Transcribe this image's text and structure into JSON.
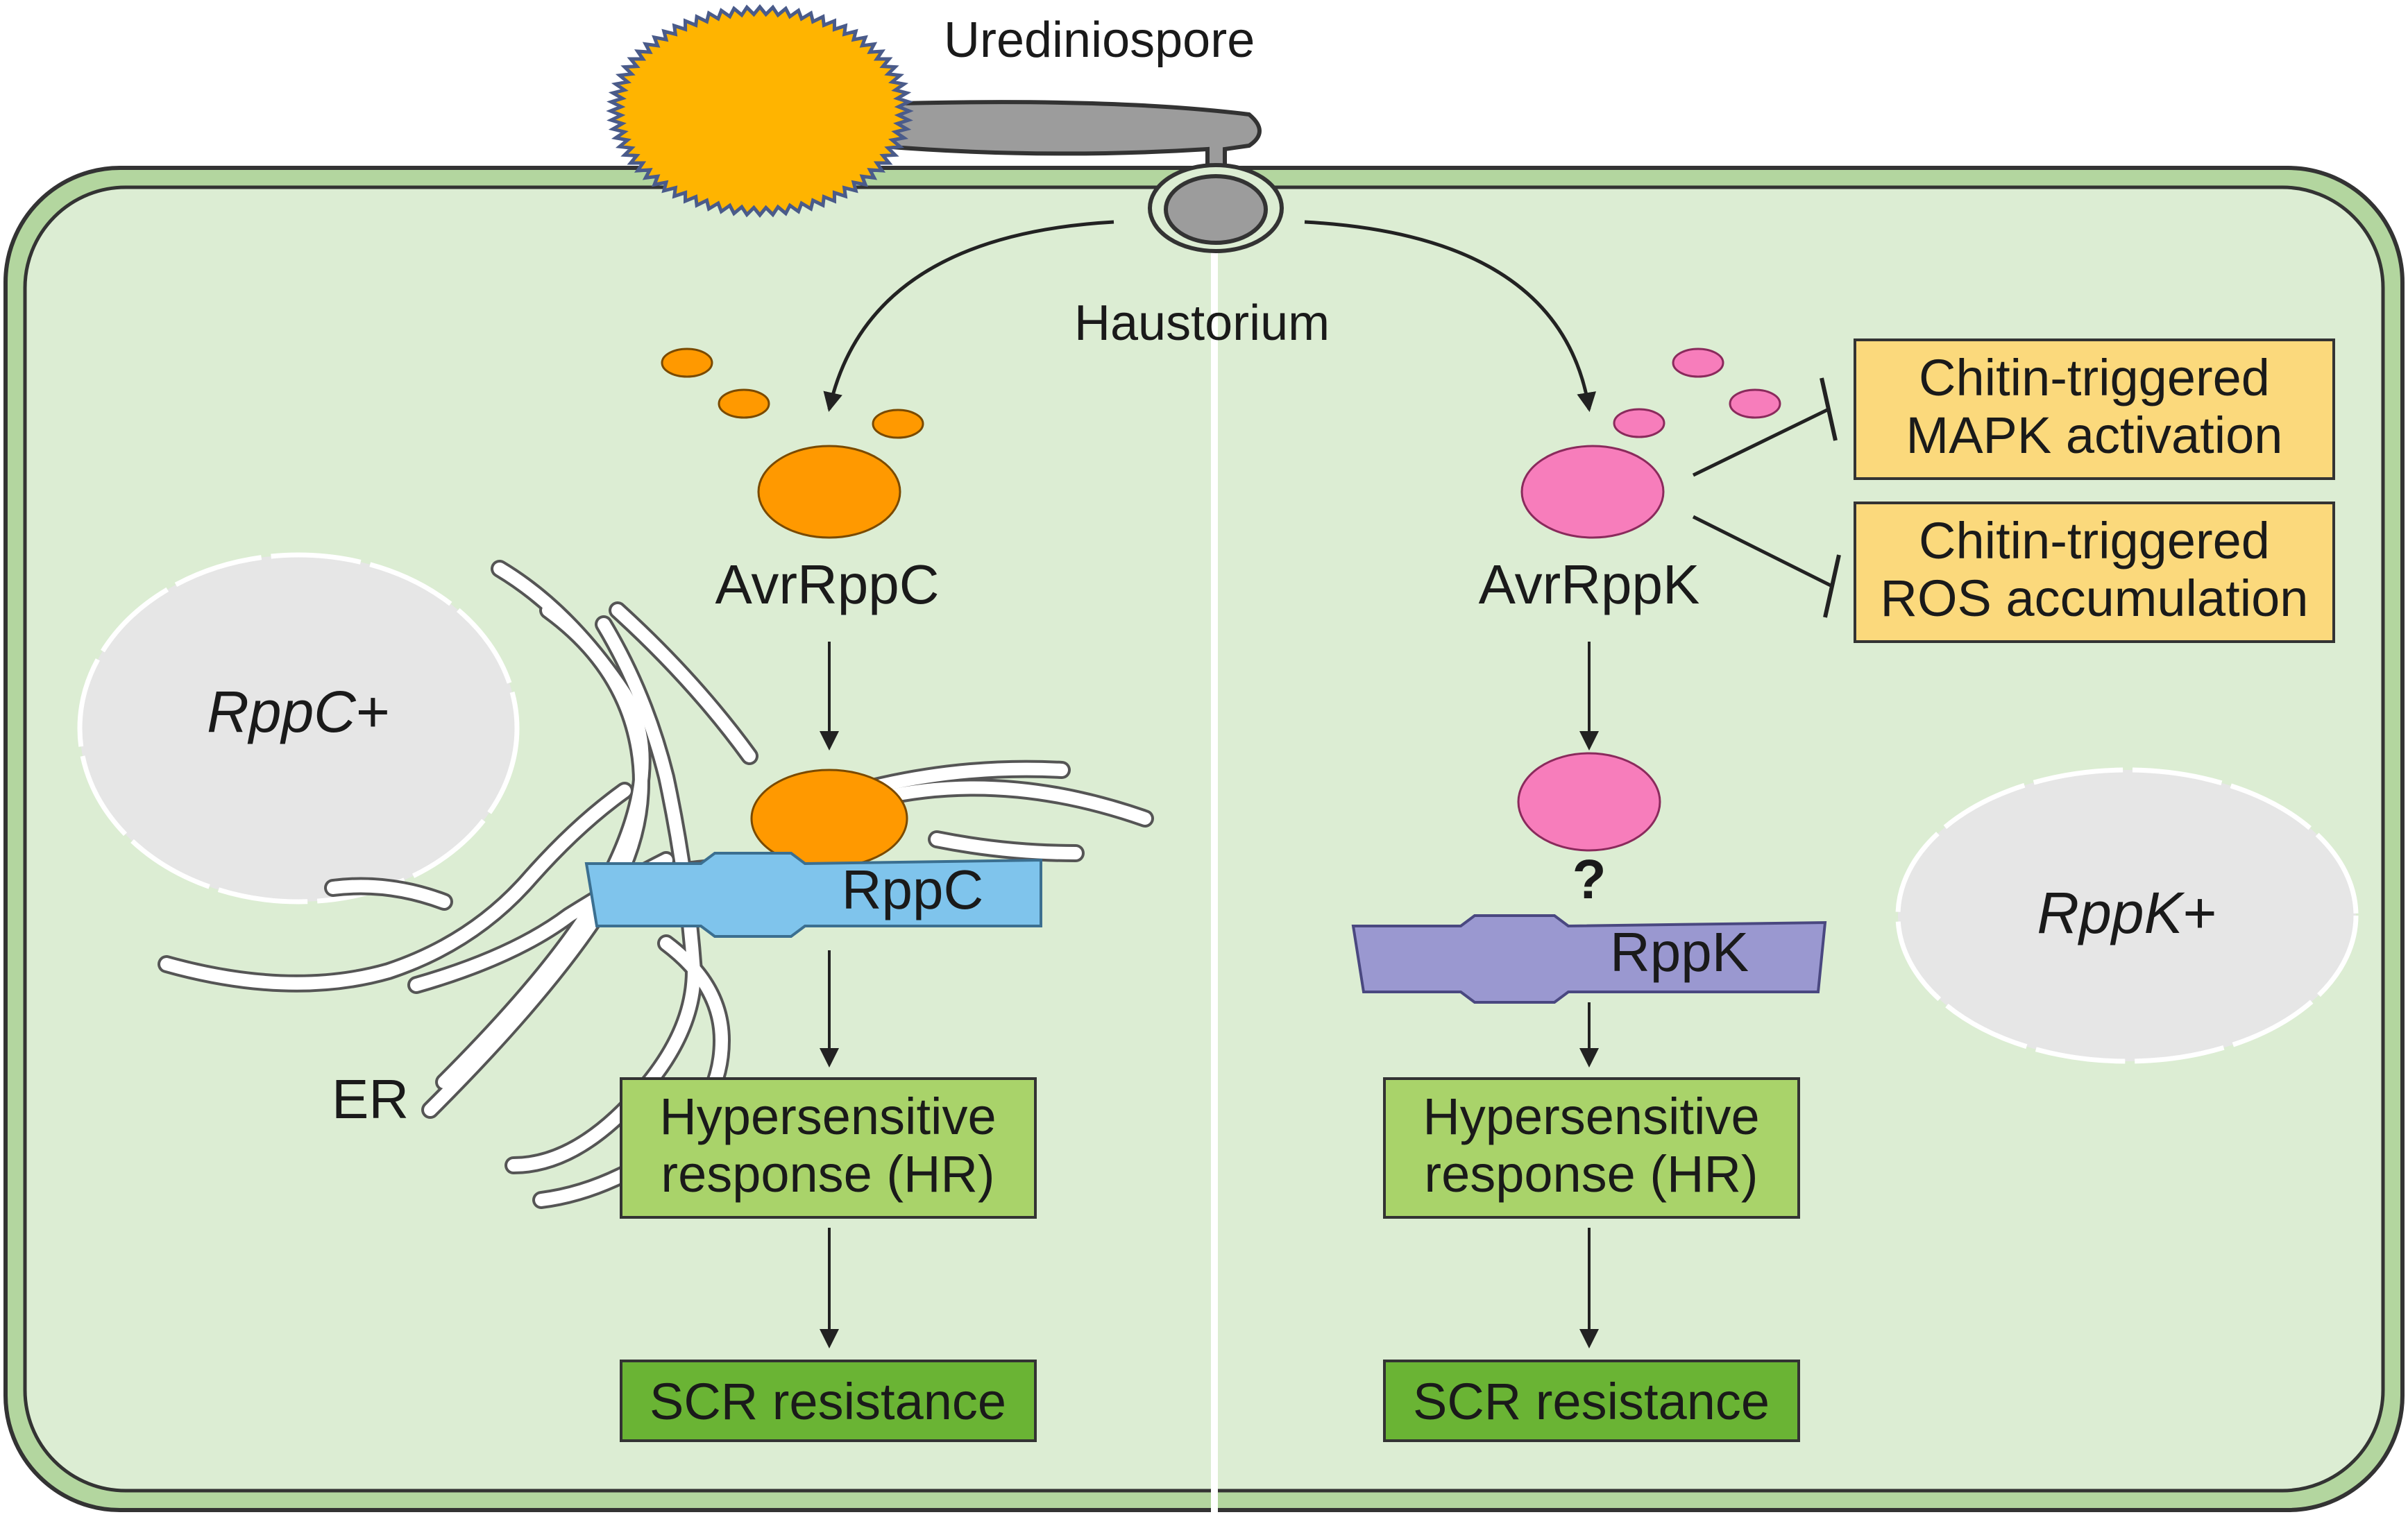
{
  "labels": {
    "urediniospore": "Urediniospore",
    "haustorium": "Haustorium",
    "er": "ER",
    "question": "?"
  },
  "left": {
    "effector": "AvrRppC",
    "receptor": "RppC",
    "nucleus_gene": "RppC",
    "nucleus_suffix": "+",
    "hr_line1": "Hypersensitive",
    "hr_line2": "response (HR)",
    "resistance": "SCR resistance"
  },
  "right": {
    "effector": "AvrRppK",
    "receptor": "RppK",
    "nucleus_gene": "RppK",
    "nucleus_suffix": "+",
    "hr_line1": "Hypersensitive",
    "hr_line2": "response (HR)",
    "resistance": "SCR resistance",
    "inhibited": [
      {
        "line1": "Chitin-triggered",
        "line2": "MAPK activation"
      },
      {
        "line1": "Chitin-triggered",
        "line2": "ROS accumulation"
      }
    ]
  },
  "colors": {
    "cell_fill": "#dcedd3",
    "cell_stroke": "#333333",
    "cell_wall": "#b3d69f",
    "spore": "#ffb400",
    "hypha": "#9c9c9c",
    "avrppc": "#ff9900",
    "avrppk": "#f77dbb",
    "rppc": "#7fc4ec",
    "rppk": "#9a98d0",
    "hr_box": "#a9d36a",
    "scr_box": "#6ab434",
    "inhibit_box": "#fbd97c",
    "nucleus": "#e6e6e6"
  }
}
